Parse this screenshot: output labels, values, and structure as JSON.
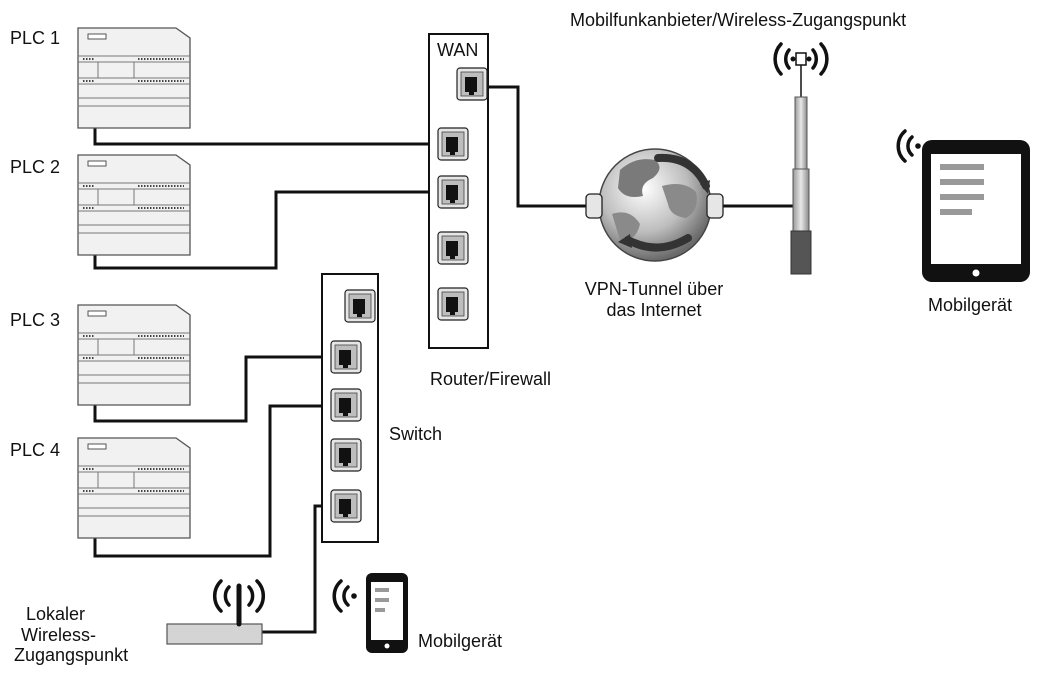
{
  "plcs": [
    {
      "label": "PLC 1"
    },
    {
      "label": "PLC 2"
    },
    {
      "label": "PLC 3"
    },
    {
      "label": "PLC 4"
    }
  ],
  "router": {
    "wan_label": "WAN",
    "label": "Router/Firewall"
  },
  "switch": {
    "label": "Switch"
  },
  "internet": {
    "line1": "VPN-Tunnel über",
    "line2": "das Internet"
  },
  "provider": {
    "label": "Mobilfunkanbieter/Wireless-Zugangspunkt"
  },
  "remote_device": {
    "label": "Mobilgerät"
  },
  "local_ap": {
    "line1": "Lokaler",
    "line2": "Wireless-",
    "line3": "Zugangspunkt"
  },
  "local_device": {
    "label": "Mobilgerät"
  },
  "colors": {
    "line": "#111111",
    "device_fill": "#eeeeee",
    "device_stroke": "#666666",
    "globe_dark": "#555555"
  }
}
